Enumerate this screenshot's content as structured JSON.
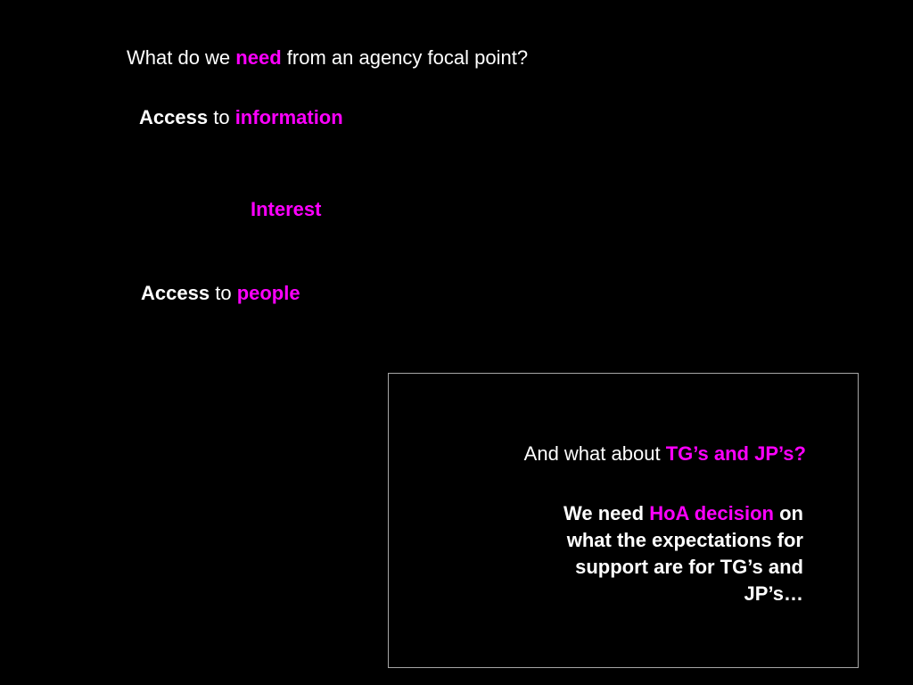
{
  "colors": {
    "background": "#000000",
    "text": "#ffffff",
    "accent": "#ff00ff",
    "box_border": "#a6a6a6"
  },
  "title": {
    "before": "What do we",
    "emph": "need",
    "after": "from an agency focal point?"
  },
  "items": [
    {
      "lead": "Access",
      "joiner": "to",
      "emph": "information"
    },
    {
      "emph": "Interest"
    },
    {
      "lead": "Access",
      "joiner": "to",
      "emph": "people"
    }
  ],
  "box": {
    "question": {
      "before": "And what about",
      "emph": "TG’s and JP’s?"
    },
    "answer": {
      "part1": "We need",
      "emph": "HoA decision",
      "part2": "on what the expectations for support are for TG’s and JP’s…"
    }
  }
}
